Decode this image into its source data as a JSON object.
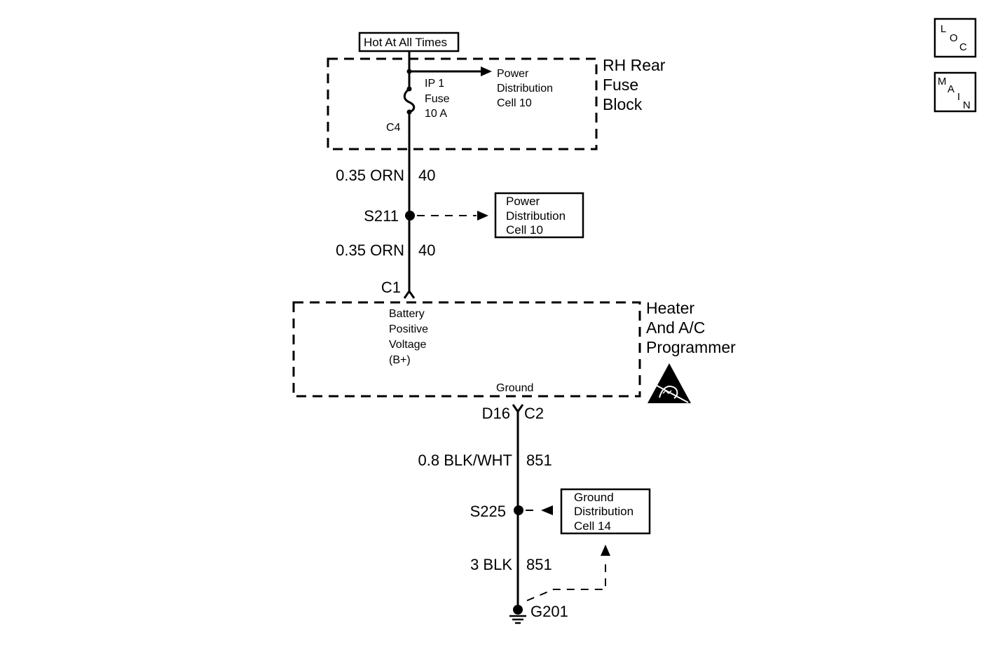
{
  "nav": {
    "loc": {
      "l1": "L",
      "l2": "O",
      "l3": "C"
    },
    "main": {
      "l1": "M",
      "l2": "A",
      "l3": "I",
      "l4": "N"
    }
  },
  "power_source": "Hot At All Times",
  "fuse_block": {
    "name_line1": "RH Rear",
    "name_line2": "Fuse",
    "name_line3": "Block",
    "fuse_line1": "IP 1",
    "fuse_line2": "Fuse",
    "fuse_line3": "10 A",
    "connector": "C4",
    "ref_line1": "Power",
    "ref_line2": "Distribution",
    "ref_line3": "Cell 10"
  },
  "wire_upper_1": {
    "gauge_color": "0.35 ORN",
    "circuit": "40"
  },
  "splice_1": {
    "id": "S211",
    "ref_line1": "Power",
    "ref_line2": "Distribution",
    "ref_line3": "Cell 10"
  },
  "wire_upper_2": {
    "gauge_color": "0.35 ORN",
    "circuit": "40"
  },
  "module": {
    "input_connector": "C1",
    "name_line1": "Heater",
    "name_line2": "And A/C",
    "name_line3": "Programmer",
    "b_plus_line1": "Battery",
    "b_plus_line2": "Positive",
    "b_plus_line3": "Voltage",
    "b_plus_line4": "(B+)",
    "ground_label": "Ground",
    "ground_pin": "D16",
    "ground_connector": "C2"
  },
  "wire_lower_1": {
    "gauge_color": "0.8 BLK/WHT",
    "circuit": "851"
  },
  "splice_2": {
    "id": "S225",
    "ref_line1": "Ground",
    "ref_line2": "Distribution",
    "ref_line3": "Cell 14"
  },
  "wire_lower_2": {
    "gauge_color": "3 BLK",
    "circuit": "851"
  },
  "ground_point": "G201"
}
